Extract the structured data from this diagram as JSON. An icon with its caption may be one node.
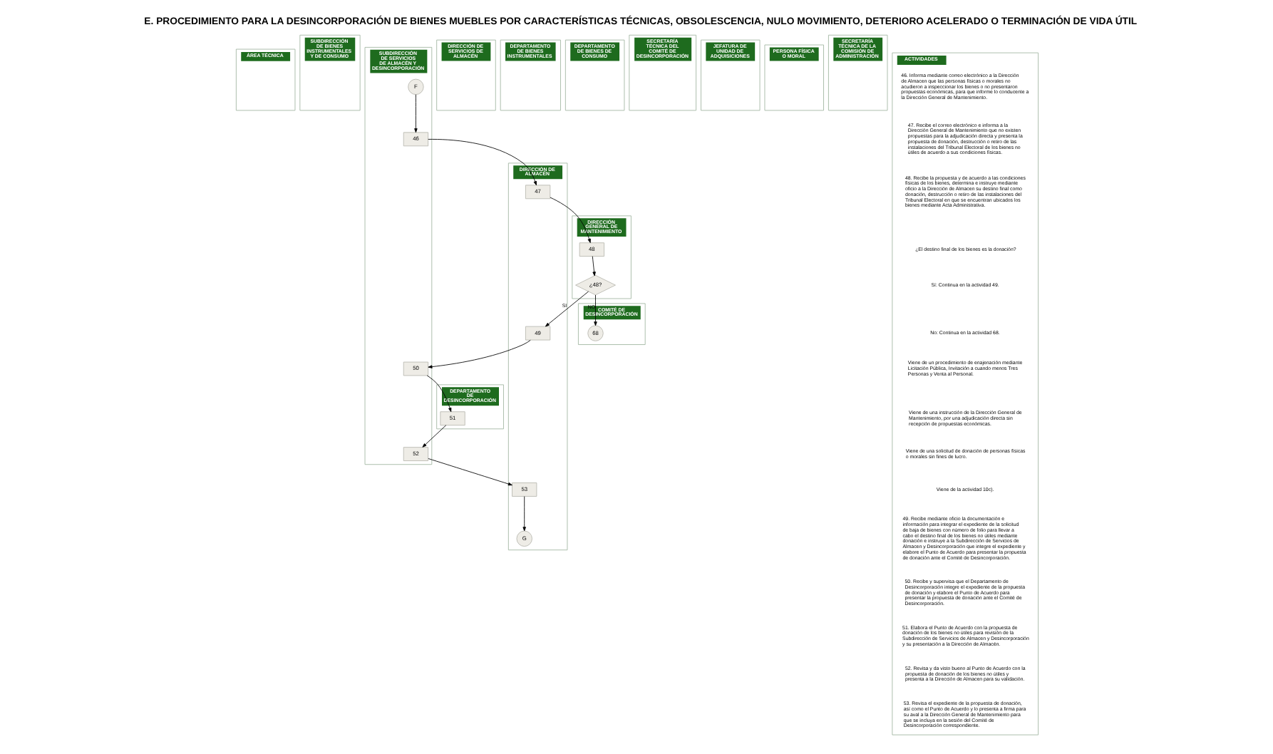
{
  "diagram": {
    "title": "E. PROCEDIMIENTO PARA LA DESINCORPORACIÓN DE BIENES MUEBLES POR CARACTERÍSTICAS TÉCNICAS, OBSOLESCENCIA, NULO MOVIMIENTO, DETERIORO ACELERADO O TERMINACIÓN DE VIDA ÚTIL",
    "nodes": [
      {
        "text": [
          "ÁREA TÉCNICA"
        ]
      },
      {
        "text": [
          "SUBDIRECCIÓN DE BIENES INSTRUMENTALES Y DE CONSUMO"
        ]
      },
      {
        "text": [
          "SUBDIRECCIÓN DE SERVICIOS DE ALMACÉN Y DESINCORPORACIÓN"
        ]
      },
      {
        "text": [
          "DIRECCIÓN DE SERVICIOS DE ALMACÉN"
        ]
      },
      {
        "text": [
          "DEPARTAMENTO DE BIENES INSTRUMENTALES"
        ]
      },
      {
        "text": [
          "DEPARTAMENTO DE BIENES DE CONSUMO"
        ]
      },
      {
        "text": [
          "DEPARTAMENTO DE DESINCORPORACIÓN"
        ]
      },
      {
        "text": [
          "DIRECCIÓN DE ALMACÉN"
        ]
      },
      {
        "text": [
          "DIRECCIÓN GENERAL DE MANTENIMIENTO"
        ]
      },
      {
        "text": [
          "COMITÉ DE DESINCORPORACIÓN"
        ]
      },
      {
        "text": [
          "SECRETARÍA TÉCNICA DEL COMITÉ DE DESINCORPORACIÓN"
        ]
      },
      {
        "text": [
          "JEFATURA DE UNIDAD DE ADQUISICIONES"
        ]
      },
      {
        "text": [
          "PERSONA FÍSICA O MORAL"
        ]
      },
      {
        "text": [
          "SECRETARÍA TÉCNICA DE LA COMISIÓN DE ADMINISTRACIÓN"
        ]
      },
      {
        "text": [
          "ACTIVIDADES"
        ]
      },
      {
        "text": [
          "F"
        ],
        "in": 2
      },
      {
        "text": [
          "46"
        ],
        "in": 2
      },
      {
        "text": [
          "47"
        ],
        "in": 7
      },
      {
        "text": [
          "48"
        ],
        "in": 8
      },
      {
        "text": [
          "¿48?"
        ],
        "in": 8
      },
      {
        "text": [
          "68"
        ],
        "in": 9
      },
      {
        "text": [
          "49"
        ],
        "in": 7
      },
      {
        "text": [
          "50"
        ],
        "in": 2
      },
      {
        "text": [
          "51"
        ],
        "in": 6
      },
      {
        "text": [
          "52"
        ],
        "in": 2
      },
      {
        "text": [
          "53"
        ],
        "in": 7
      },
      {
        "text": [
          "G"
        ],
        "in": 7
      }
    ],
    "edges": [
      {
        "from": 15,
        "to": 16,
        "arrow": "to"
      },
      {
        "from": 16,
        "to": 17,
        "arrow": "to"
      },
      {
        "from": 17,
        "to": 18,
        "arrow": "to"
      },
      {
        "from": 18,
        "to": 19,
        "arrow": "to"
      },
      {
        "from": 19,
        "to": 20,
        "arrow": "to",
        "label": "NO"
      },
      {
        "from": 19,
        "to": 21,
        "arrow": "to",
        "label": "SI"
      },
      {
        "from": 21,
        "to": 22,
        "arrow": "to"
      },
      {
        "from": 22,
        "to": 23,
        "arrow": "to"
      },
      {
        "from": 23,
        "to": 24,
        "arrow": "to"
      },
      {
        "from": 24,
        "to": 25,
        "arrow": "to"
      },
      {
        "from": 25,
        "to": 26,
        "arrow": "to"
      }
    ],
    "labels": [
      "46. Informa mediante correo electrónico a la Dirección de Almacen que las personas físicas o morales no acudieron a inspeccionar los bienes o no presentaron propuestas económicas, para que informe lo conducente a la Dirección General de Mantenimiento.",
      "47. Recibe el correo electrónico e informa a la Dirección General de Mantenimiento que no existen propuestas para la adjudicación directa y presenta la propuesta de donación, destrucción o retiro de las instalaciones del Tribunal Electoral de los bienes no útiles de acuerdo a sus condiciones físicas.",
      "48. Recibe la propuesta y de acuerdo a las condiciones físicas de los bienes, determina e instruye mediante oficio a la Dirección de Almacen su destino final como donación, destrucción o retiro de las instalaciones del Tribunal Electoral en que se encuentran ubicados los bienes mediante Acta Administrativa.",
      "¿El destino final de los bienes es la donación?",
      "Sí: Continua en la actividad 49.",
      "No: Continua en la actividad 68.",
      "Viene de un procedimiento de enajenación mediante Licitación Pública, Invitación a cuando menos Tres Personas y Venta al Personal.",
      "Viene de una instrucción de la Dirección General de Mantenimiento, por una adjudicación directa sin recepción de propuestas económicas.",
      "Viene de una solicitud de donación de personas físicas o morales sin fines de lucro.",
      "Viene de la actividad 10c).",
      "49. Recibe mediante oficio la documentación e información para integrar el expediente de la solicitud de baja de bienes con número de folio para llevar a cabo el destino final de los bienes no útiles mediante donación e instruye a la Subdirección de Servicios de Almacen y Desincorporación que integre el expediente y elabore el Punto de Acuerdo para presentar la propuesta de donación ante el Comité de Desincorporación.",
      "50. Recibe y supervisa que el Departamento de Desincorporación integre el expediente de la propuesta de donación y elabore el Punto de Acuerdo para presentar la propuesta de donación ante el Comité de Desincorporación.",
      "51. Elabora el Punto de Acuerdo con la propuesta de donación de los bienes no útiles para revisión de la Subdirección de Servicios de Almacen y Desincorporación y su presentación a la Dirección de Almacén.",
      "52. Revisa y da visto bueno al Punto de Acuerdo con la propuesta de donación de los bienes no útiles y presenta a la Dirección de Almacen para su validación.",
      "53. Revisa el expediente de la propuesta de donación, así como el Punto de Acuerdo y lo presenta a firma para su aval a la Dirección General de Mantenimiento para que se incluya en la sesión del Comité de Desincorporación correspondiente."
    ]
  }
}
